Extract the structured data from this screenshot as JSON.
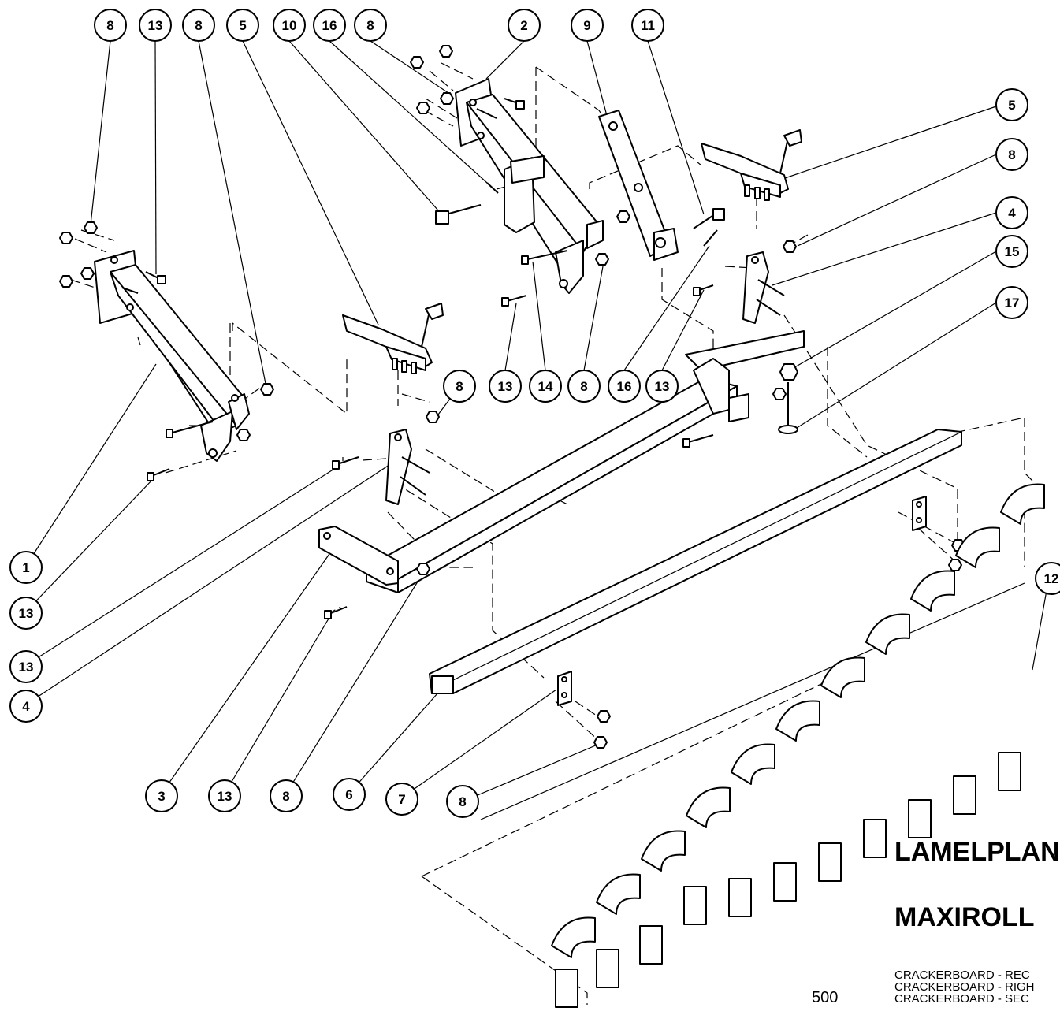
{
  "callouts": [
    {
      "id": "c-8-a",
      "label": "8"
    },
    {
      "id": "c-13-a",
      "label": "13"
    },
    {
      "id": "c-8-b",
      "label": "8"
    },
    {
      "id": "c-5-a",
      "label": "5"
    },
    {
      "id": "c-10",
      "label": "10"
    },
    {
      "id": "c-16-a",
      "label": "16"
    },
    {
      "id": "c-8-c",
      "label": "8"
    },
    {
      "id": "c-2",
      "label": "2"
    },
    {
      "id": "c-9",
      "label": "9"
    },
    {
      "id": "c-11",
      "label": "11"
    },
    {
      "id": "c-5-b",
      "label": "5"
    },
    {
      "id": "c-8-d",
      "label": "8"
    },
    {
      "id": "c-4-a",
      "label": "4"
    },
    {
      "id": "c-15",
      "label": "15"
    },
    {
      "id": "c-17",
      "label": "17"
    },
    {
      "id": "c-8-e",
      "label": "8"
    },
    {
      "id": "c-13-b",
      "label": "13"
    },
    {
      "id": "c-14",
      "label": "14"
    },
    {
      "id": "c-8-f",
      "label": "8"
    },
    {
      "id": "c-16-b",
      "label": "16"
    },
    {
      "id": "c-13-c",
      "label": "13"
    },
    {
      "id": "c-1",
      "label": "1"
    },
    {
      "id": "c-13-d",
      "label": "13"
    },
    {
      "id": "c-13-e",
      "label": "13"
    },
    {
      "id": "c-4-b",
      "label": "4"
    },
    {
      "id": "c-12",
      "label": "12"
    },
    {
      "id": "c-3",
      "label": "3"
    },
    {
      "id": "c-13-f",
      "label": "13"
    },
    {
      "id": "c-8-g",
      "label": "8"
    },
    {
      "id": "c-6",
      "label": "6"
    },
    {
      "id": "c-7",
      "label": "7"
    },
    {
      "id": "c-8-h",
      "label": "8"
    }
  ],
  "title": {
    "line1": "LAMELPLAN",
    "line2": "MAXIROLL"
  },
  "page_number": "500",
  "descriptions": [
    "CRACKERBOARD - REC",
    "CRACKERBOARD - RIGH",
    "CRACKERBOARD - SEC"
  ]
}
